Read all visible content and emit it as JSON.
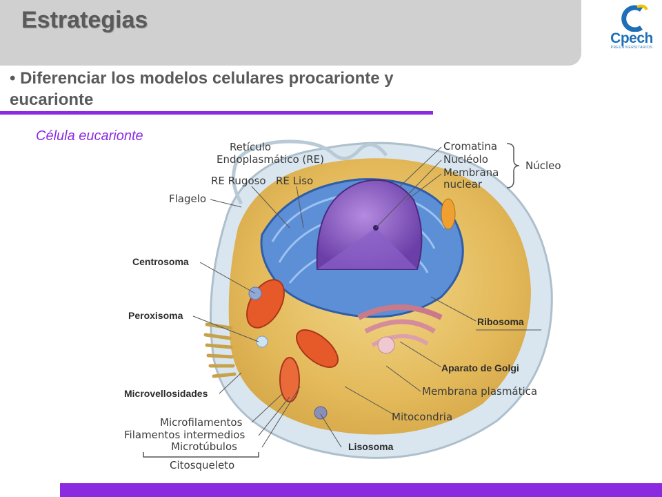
{
  "slide": {
    "title": "Estrategias",
    "subtitle": "• Diferenciar los modelos celulares procarionte y eucarionte",
    "section_label": "Célula eucarionte"
  },
  "logo": {
    "text": "Cpech",
    "subtext": "PREUNIVERSITARIOS"
  },
  "labels": {
    "reticulo": "Retículo",
    "endoplasmatico": "Endoplasmático (RE)",
    "re_rugoso": "RE Rugoso",
    "re_liso": "RE Liso",
    "flagelo": "Flagelo",
    "cromatina": "Cromatina",
    "nucleolo": "Nucléolo",
    "membrana": "Membrana",
    "nuclear": "nuclear",
    "nucleo": "Núcleo",
    "centrosoma": "Centrosoma",
    "peroxisoma": "Peroxisoma",
    "microvellosidades": "Microvellosidades",
    "ribosoma": "Ribosoma",
    "aparato_golgi": "Aparato de Golgi",
    "membrana_plasmatica": "Membrana plasmática",
    "mitocondria": "Mitocondria",
    "lisosoma": "Lisosoma",
    "microfilamentos": "Microfilamentos",
    "filamentos_intermedios": "Filamentos intermedios",
    "microtubulos": "Microtúbulos",
    "citosqueleto": "Citosqueleto"
  },
  "colors": {
    "accent_purple": "#8a2be2",
    "header_gray": "#d0d0d0",
    "text_gray": "#5a5a5a",
    "logo_blue": "#1e6fb8"
  }
}
